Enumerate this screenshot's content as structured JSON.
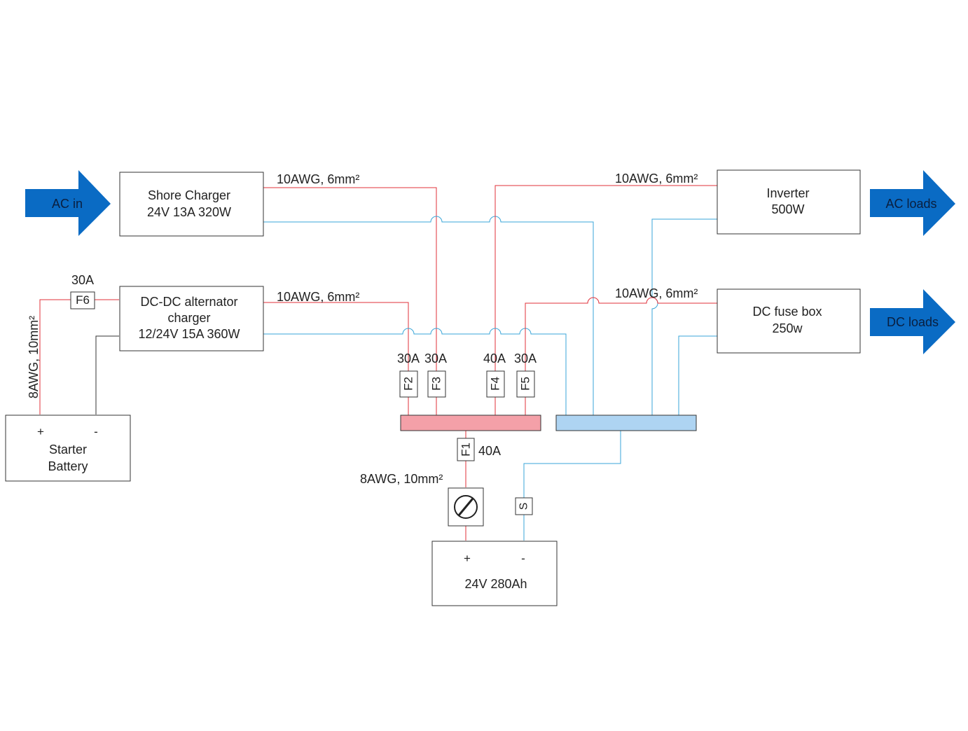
{
  "colors": {
    "positive_wire": "#e0303a",
    "negative_wire": "#3aa6d8",
    "positive_busbar": "#f4a0a8",
    "negative_busbar": "#aed4f2",
    "arrow": "#0a6bc4"
  },
  "arrows": {
    "ac_in": "AC in",
    "ac_loads": "AC loads",
    "dc_loads": "DC loads"
  },
  "shore_charger": {
    "line1": "Shore Charger",
    "line2": "24V 13A 320W"
  },
  "dcdc_charger": {
    "line1": "DC-DC alternator",
    "line2": "charger",
    "line3": "12/24V  15A 360W"
  },
  "inverter": {
    "line1": "Inverter",
    "line2": "500W"
  },
  "dc_fuse_box": {
    "line1": "DC fuse box",
    "line2": "250w"
  },
  "starter_battery": {
    "plus": "+",
    "minus": "-",
    "line1": "Starter",
    "line2": "Battery"
  },
  "house_battery": {
    "plus": "+",
    "minus": "-",
    "label": "24V 280Ah"
  },
  "wire_labels": {
    "shore_out": "10AWG, 6mm²",
    "dcdc_out": "10AWG, 6mm²",
    "inverter_in": "10AWG, 6mm²",
    "fusebox_in": "10AWG, 6mm²",
    "starter_feed": "8AWG, 10mm²",
    "main_battery": "8AWG, 10mm²"
  },
  "fuses": {
    "f1": {
      "name": "F1",
      "rating": "40A"
    },
    "f2": {
      "name": "F2",
      "rating": "30A"
    },
    "f3": {
      "name": "F3",
      "rating": "30A"
    },
    "f4": {
      "name": "F4",
      "rating": "40A"
    },
    "f5": {
      "name": "F5",
      "rating": "30A"
    },
    "f6": {
      "name": "F6",
      "rating": "30A"
    }
  },
  "shunt_label": "S"
}
